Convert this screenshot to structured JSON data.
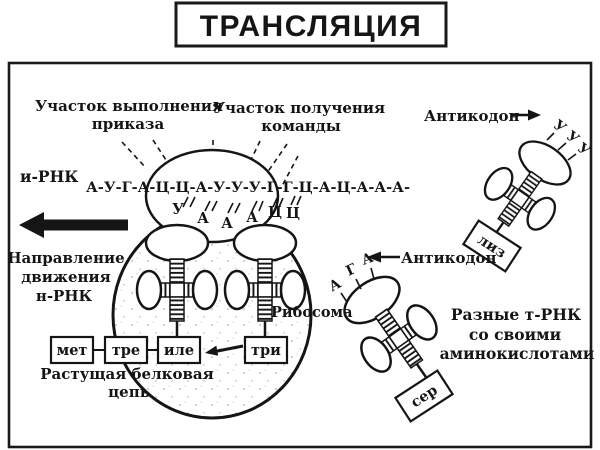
{
  "colors": {
    "ink": "#151515",
    "paper": "#ffffff"
  },
  "title": "ТРАНСЛЯЦИЯ",
  "labels": {
    "execute_site": [
      "Участок выполнения",
      "приказа"
    ],
    "receive_site": [
      "Участок получения",
      "команды"
    ],
    "anticodon_top": "Антикодон",
    "anticodon_mid": "Антикодон",
    "mrna_label": "и-РНК",
    "mrna_sequence": "А-У-Г-А-Ц-Ц-А-У-У-У-Г-Г-Ц-А-Ц-А-А-А-",
    "direction": [
      "Направление",
      "движения",
      "н-РНК"
    ],
    "ribosome": "Рибосома",
    "trna_note": [
      "Разные т-РНК",
      "со своими",
      "аминокислотами"
    ],
    "growing_chain": [
      "Растущая белковая",
      "цепь"
    ]
  },
  "anticodons": {
    "in_ribosome": [
      "У",
      "А",
      "А",
      "А",
      "Ц",
      "Ц"
    ],
    "free_middle": [
      "А",
      "Г",
      "А"
    ],
    "free_top_right": [
      "У",
      "У",
      "У"
    ]
  },
  "amino_acids": {
    "chain": [
      "мет",
      "тре",
      "иле"
    ],
    "in_ribosome": "три",
    "free_top_right": "лиз",
    "free_middle": "сер"
  }
}
